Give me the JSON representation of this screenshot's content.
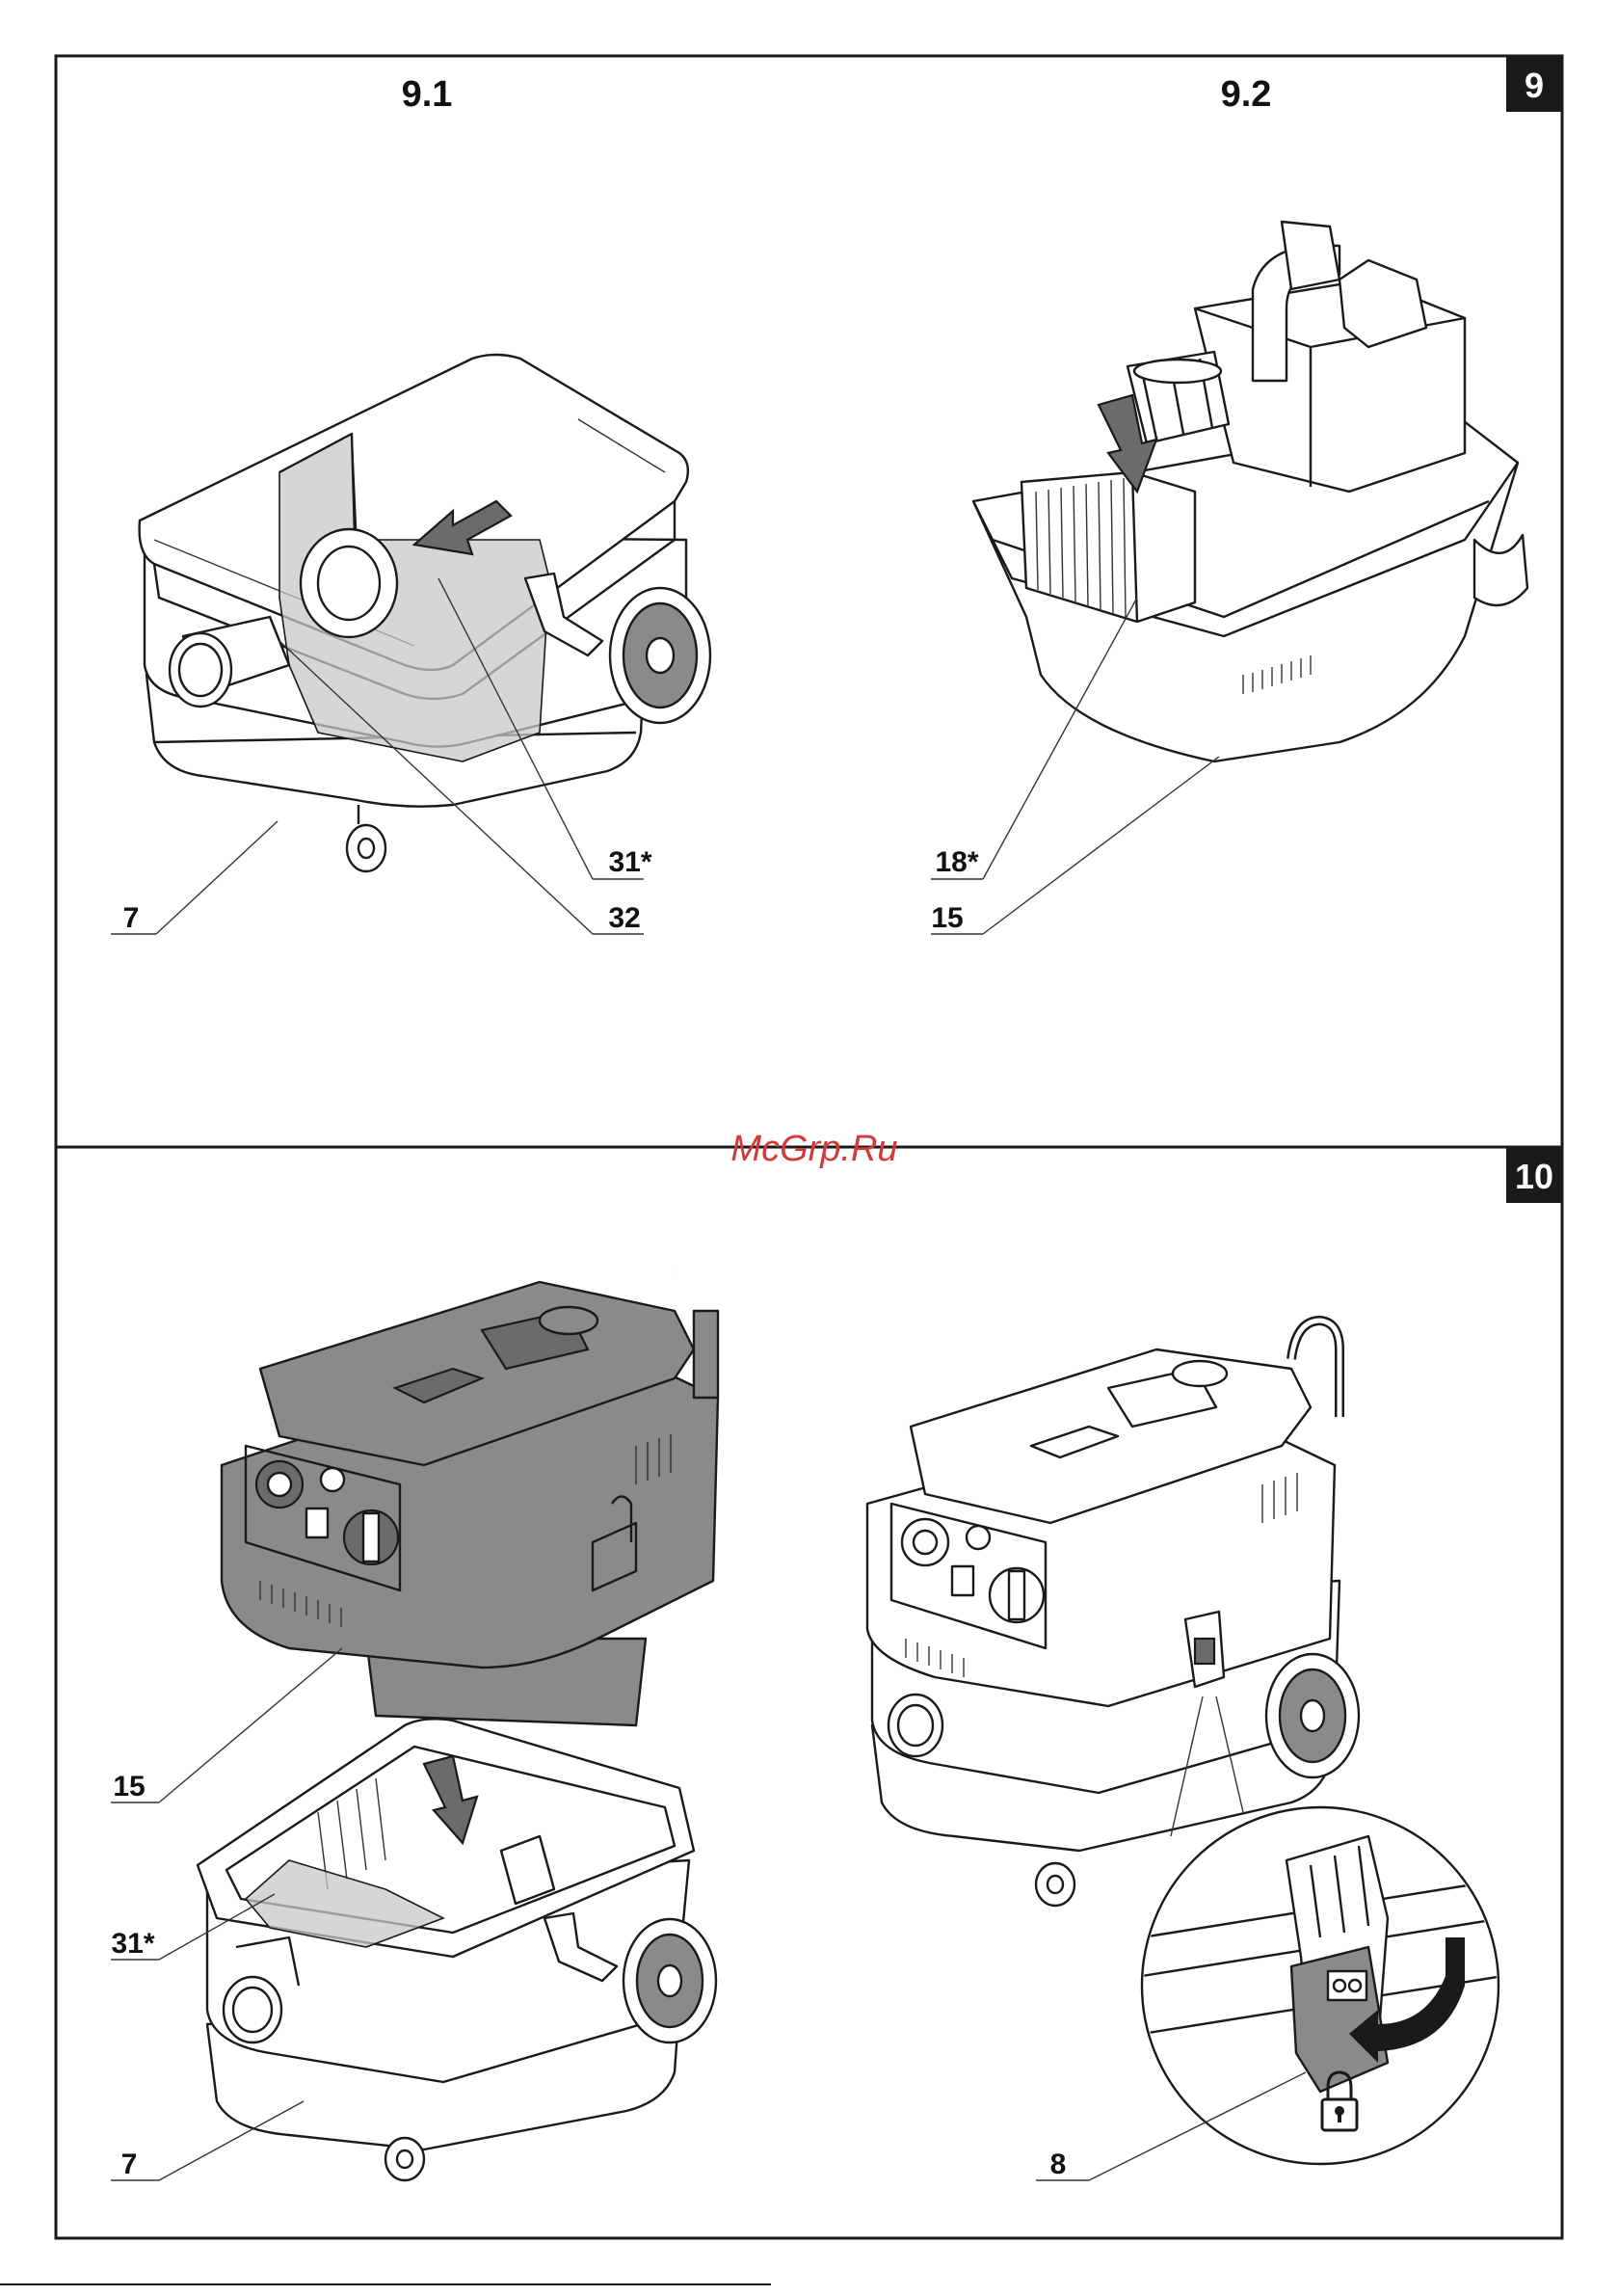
{
  "watermark": "McGrp.Ru",
  "figures": [
    {
      "badge": "9",
      "panels": [
        {
          "title": "9.1",
          "callouts": [
            "7",
            "31*",
            "32"
          ]
        },
        {
          "title": "9.2",
          "callouts": [
            "18*",
            "15"
          ]
        }
      ]
    },
    {
      "badge": "10",
      "panels": [
        {
          "title": "",
          "callouts": [
            "15",
            "31*",
            "7"
          ]
        },
        {
          "title": "",
          "callouts": [
            "8"
          ]
        }
      ]
    }
  ],
  "icons": [
    "push-arrow-icon",
    "press-down-arrow-icon",
    "curved-arrow-icon",
    "padlock-icon"
  ],
  "colors": {
    "line": "#1a1a1a",
    "shade": "#8a8a8a",
    "badge_bg": "#1a1a1a",
    "watermark": "#d23a3a"
  }
}
